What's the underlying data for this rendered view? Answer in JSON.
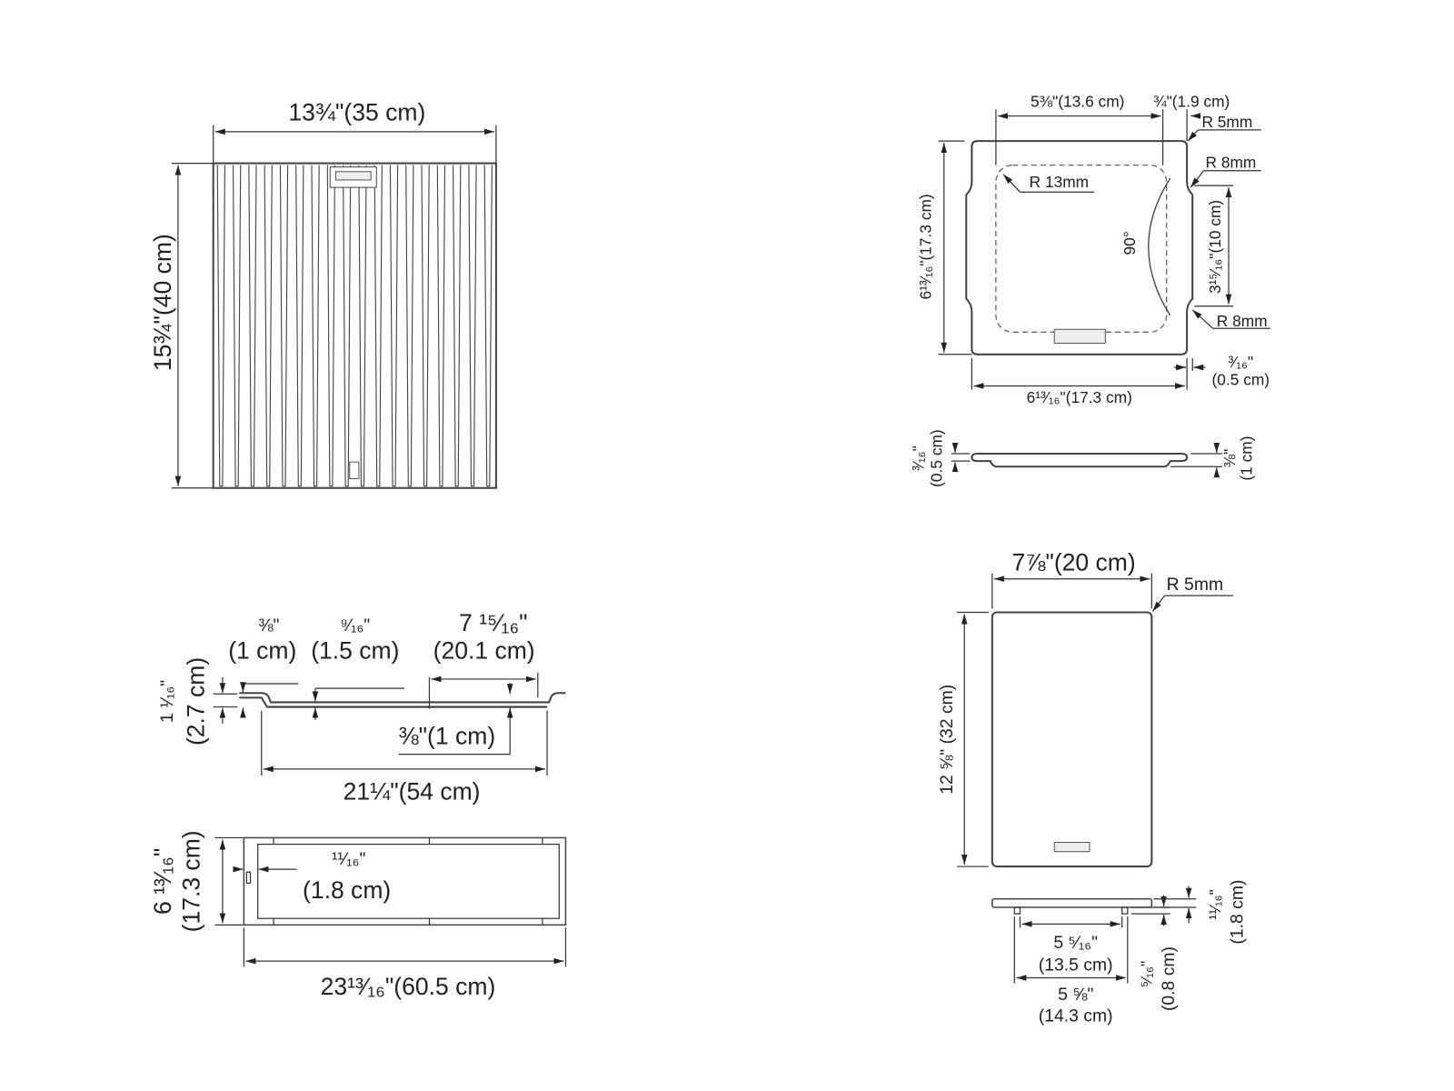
{
  "rack": {
    "width": "13¾\"(35 cm)",
    "height": "15¾\"(40 cm)",
    "rib_count": 18
  },
  "board_small": {
    "inner_width": "5⅜\"(13.6 cm)",
    "edge": "¾\"(1.9 cm)",
    "r_corner": "R 5mm",
    "r_notch_top": "R 8mm",
    "r_inner": "R 13mm",
    "angle": "90°",
    "notch_length": "3¹⁵⁄₁₆\"(10 cm)",
    "r_notch_bottom": "R 8mm",
    "height": "6¹³⁄₁₆\"(17.3 cm)",
    "width": "6¹³⁄₁₆\"(17.3 cm)",
    "offset_in": "³⁄₁₆\"",
    "offset_cm": "(0.5 cm)",
    "profile_left_in": "³⁄₁₆\"",
    "profile_left_cm": "(0.5 cm)",
    "profile_right_in": "⅜\"",
    "profile_right_cm": "(1 cm)"
  },
  "basket": {
    "d1_in": "⅜\"",
    "d1_cm": "(1 cm)",
    "d2_in": "⁹⁄₁₆\"",
    "d2_cm": "(1.5 cm)",
    "d3_in": "7 ¹⁵⁄₁₆\"",
    "d3_cm": "(20.1 cm)",
    "height_in": "1 ¹⁄₁₆\"",
    "height_cm": "(2.7 cm)",
    "d4": "⅜\"(1 cm)",
    "inner_length": "21¼\"(54 cm)",
    "depth_in": "6 ¹³⁄₁₆\"",
    "depth_cm": "(17.3 cm)",
    "rail_in": "¹¹⁄₁₆\"",
    "rail_cm": "(1.8 cm)",
    "total_length": "23¹³⁄₁₆\"(60.5 cm)"
  },
  "board_large": {
    "width": "7⅞\"(20 cm)",
    "r_corner": "R 5mm",
    "height": "12 ⅝\" (32 cm)",
    "thick_in": "¹¹⁄₁₆\"",
    "thick_cm": "(1.8 cm)",
    "feet_in": "5 ⁵⁄₁₆\"",
    "feet_cm": "(13.5 cm)",
    "feet2_in": "5 ⅝\"",
    "feet2_cm": "(14.3 cm)",
    "foot_in": "⁵⁄₁₆\"",
    "foot_cm": "(0.8 cm)"
  }
}
